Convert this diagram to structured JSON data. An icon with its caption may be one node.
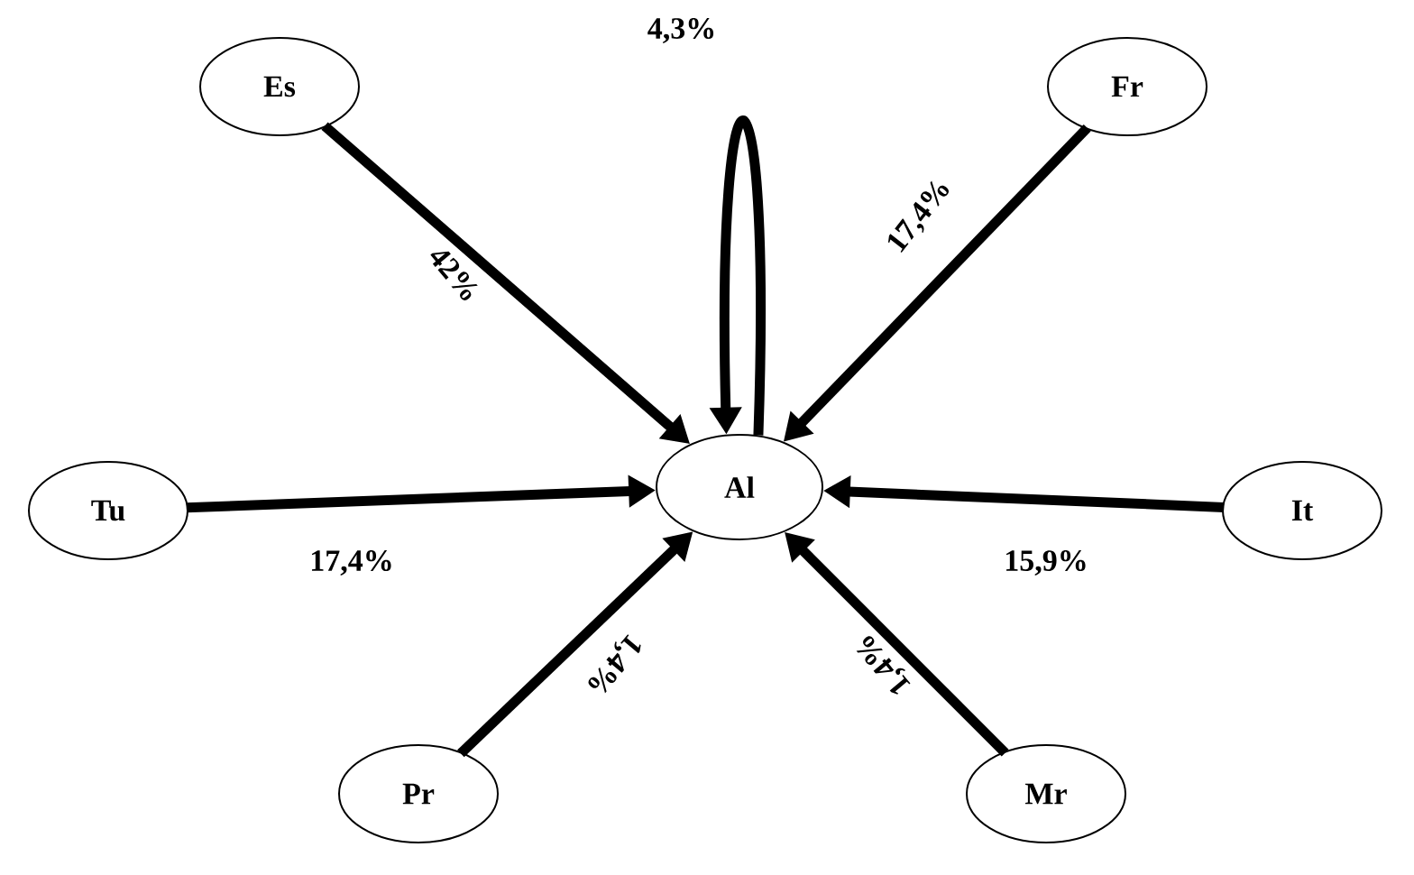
{
  "diagram": {
    "nodes": [
      {
        "text": [
          "Es"
        ]
      },
      {
        "text": [
          "Fr"
        ]
      },
      {
        "text": [
          "Tu"
        ]
      },
      {
        "text": [
          "Al"
        ]
      },
      {
        "text": [
          "It"
        ]
      },
      {
        "text": [
          "Pr"
        ]
      },
      {
        "text": [
          "Mr"
        ]
      }
    ],
    "edges": [
      {
        "from": 0,
        "to": 3,
        "arrow": "to",
        "label": "42%"
      },
      {
        "from": 1,
        "to": 3,
        "arrow": "to",
        "label": "17,4%"
      },
      {
        "from": 2,
        "to": 3,
        "arrow": "to",
        "label": "17,4%"
      },
      {
        "from": 4,
        "to": 3,
        "arrow": "to",
        "label": "15,9%"
      },
      {
        "from": 5,
        "to": 3,
        "arrow": "to",
        "label": "1,4%"
      },
      {
        "from": 6,
        "to": 3,
        "arrow": "to",
        "label": "1,4%"
      },
      {
        "from": 3,
        "to": 3,
        "arrow": "to",
        "label": "4,3%"
      }
    ]
  }
}
